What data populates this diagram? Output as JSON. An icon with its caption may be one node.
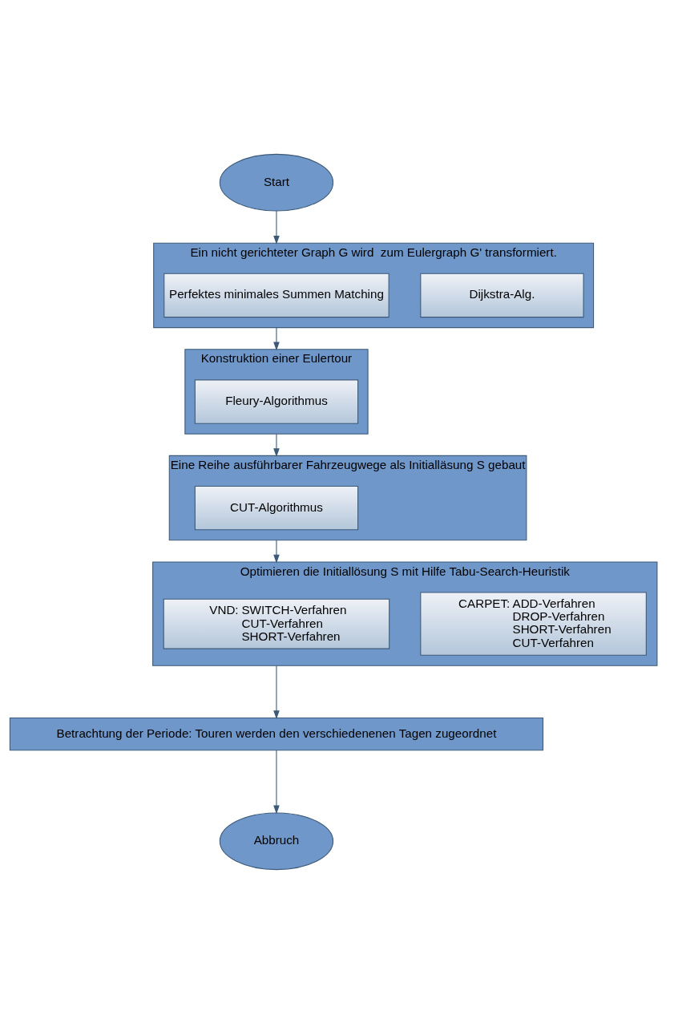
{
  "diagram": {
    "nodes": [
      {
        "text": [
          "Start"
        ]
      },
      {
        "text": [
          "Ein nicht gerichteter Graph G wird  zum Eulergraph G' transformiert."
        ]
      },
      {
        "text": [
          "Dijkstra-Alg."
        ],
        "in": 1
      },
      {
        "text": [
          "Perfektes minimales Summen Matching"
        ],
        "in": 1
      },
      {
        "text": [
          "Konstruktion einer Eulertour"
        ]
      },
      {
        "text": [
          "Fleury-Algorithmus"
        ],
        "in": 4
      },
      {
        "text": [
          "Eine Reihe ausführbarer Fahrzeugwege als Initialläsung S gebaut"
        ]
      },
      {
        "text": [
          "CUT-Algorithmus"
        ],
        "in": 6
      },
      {
        "text": [
          "Optimieren die Initiallösung S mit Hilfe Tabu-Search-Heuristik"
        ]
      },
      {
        "text": [
          "CARPET:",
          "ADD-Verfahren",
          "DROP-Verfahren",
          "SHORT-Verfahren",
          "CUT-Verfahren"
        ],
        "in": 8
      },
      {
        "text": [
          "VND:",
          "SWITCH-Verfahren",
          "CUT-Verfahren",
          "SHORT-Verfahren"
        ],
        "in": 8
      },
      {
        "text": [
          "Betrachtung der Periode: Touren werden den verschiedenenen Tagen zugeordnet"
        ]
      },
      {
        "text": [
          "Abbruch"
        ]
      }
    ],
    "edges": [
      {
        "from": 0,
        "to": 1,
        "arrow": "to"
      },
      {
        "from": 1,
        "to": 4,
        "arrow": "to"
      },
      {
        "from": 4,
        "to": 6,
        "arrow": "to"
      },
      {
        "from": 6,
        "to": 8,
        "arrow": "to"
      },
      {
        "from": 8,
        "to": 11,
        "arrow": "to"
      },
      {
        "from": 11,
        "to": 12,
        "arrow": "to"
      }
    ]
  }
}
